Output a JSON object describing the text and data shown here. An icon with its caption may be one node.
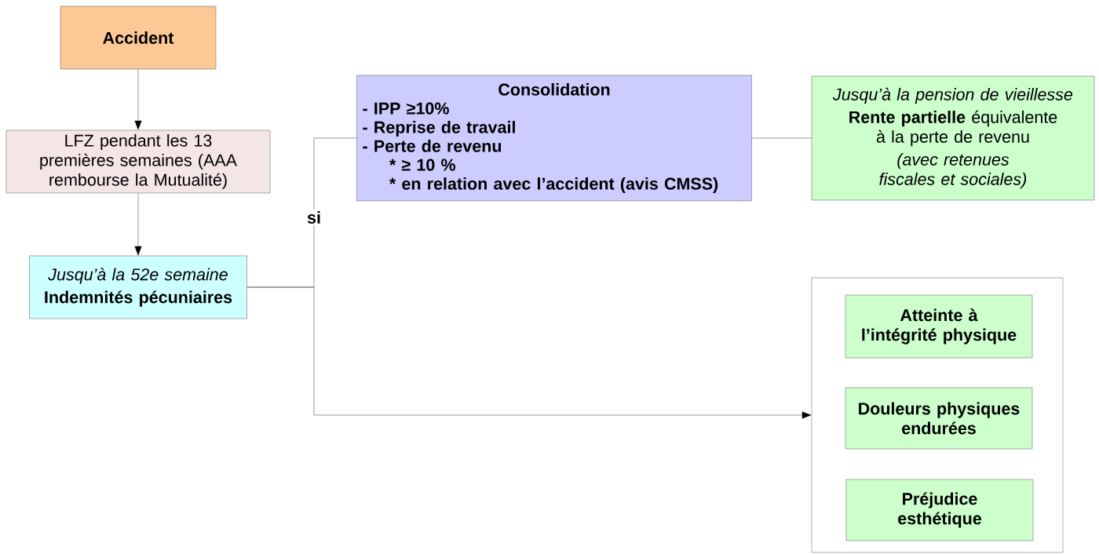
{
  "diagram": {
    "nodes": [
      {
        "text": [
          "Accident"
        ]
      },
      {
        "text": [
          "LFZ pendant les 13 premières semaines (AAA rembourse la Mutualité)"
        ]
      },
      {
        "text": [
          "Jusqu’à la 52e semaine",
          "Indemnités pécuniaires"
        ]
      },
      {
        "text": [
          "Consolidation",
          "- IPP ≥10%",
          "- Reprise de travail",
          "- Perte de revenu",
          "* ≥ 10 %",
          "* en relation avec l’accident (avis CMSS)"
        ]
      },
      {
        "text": [
          "Jusqu’à la pension de vieillesse",
          "**Rente partielle** équivalente à la perte de revenu",
          "(avec retenues fiscales et sociales)"
        ]
      },
      {
        "text": [],
        "shape": "box"
      },
      {
        "text": [
          "Atteinte à l’intégrité physique"
        ],
        "in": 5
      },
      {
        "text": [
          "Douleurs physiques endurées"
        ],
        "in": 5
      },
      {
        "text": [
          "Préjudice esthétique"
        ],
        "in": 5
      }
    ],
    "edges": [
      {
        "from": 0,
        "to": 1,
        "arrow": "to"
      },
      {
        "from": 1,
        "to": 2,
        "arrow": "to"
      },
      {
        "from": 2,
        "to": 3,
        "arrow": "none",
        "label": "si"
      },
      {
        "from": 3,
        "to": 4,
        "arrow": "none"
      },
      {
        "from": 2,
        "to": 5,
        "arrow": "to"
      }
    ]
  }
}
